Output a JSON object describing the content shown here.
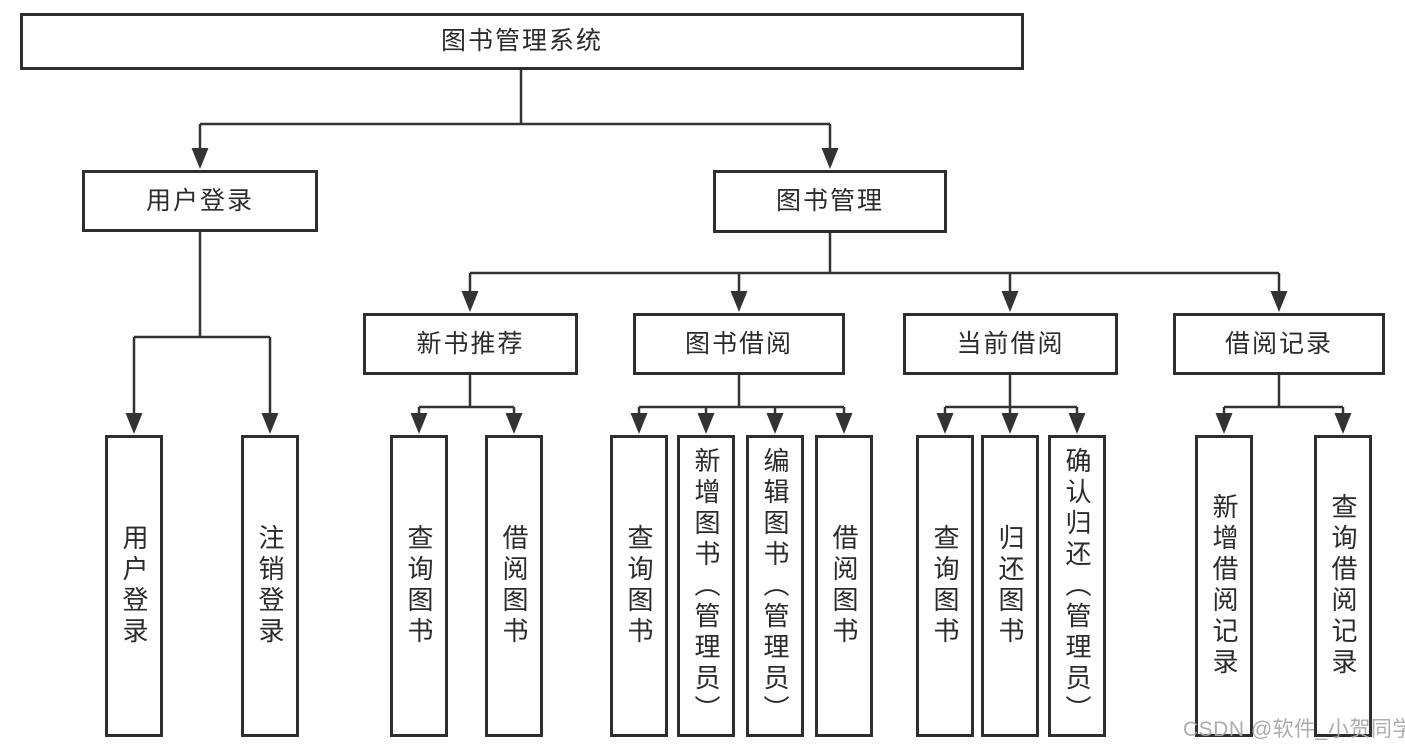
{
  "diagram": {
    "title": "图书管理系统",
    "colors": {
      "line": "#333333",
      "border": "#2e2e2e",
      "text": "#2b2b2b",
      "watermark": "#a8a8a8"
    },
    "nodes": {
      "root": "图书管理系统",
      "level2": {
        "user_login": "用户登录",
        "book_management": "图书管理"
      },
      "level3": {
        "new_book_recommend": "新书推荐",
        "book_borrow": "图书借阅",
        "current_borrow": "当前借阅",
        "borrow_record": "借阅记录"
      },
      "leaves": {
        "user_login": "用户登录",
        "logout": "注销登录",
        "query_book_recommend": "查询图书",
        "borrow_book_recommend": "借阅图书",
        "query_book_borrow": "查询图书",
        "add_book_admin": "新增图书（管理员）",
        "edit_book_admin": "编辑图书（管理员）",
        "borrow_book_borrow": "借阅图书",
        "query_book_current": "查询图书",
        "return_book": "归还图书",
        "confirm_return_admin": "确认归还（管理员）",
        "add_borrow_record": "新增借阅记录",
        "query_borrow_record": "查询借阅记录"
      }
    },
    "structure": {
      "图书管理系统": [
        "用户登录",
        "图书管理"
      ],
      "用户登录": [
        "用户登录",
        "注销登录"
      ],
      "图书管理": [
        "新书推荐",
        "图书借阅",
        "当前借阅",
        "借阅记录"
      ],
      "新书推荐": [
        "查询图书",
        "借阅图书"
      ],
      "图书借阅": [
        "查询图书",
        "新增图书（管理员）",
        "编辑图书（管理员）",
        "借阅图书"
      ],
      "当前借阅": [
        "查询图书",
        "归还图书",
        "确认归还（管理员）"
      ],
      "借阅记录": [
        "新增借阅记录",
        "查询借阅记录"
      ]
    }
  },
  "watermark": "CSDN @软件_小贺同学"
}
